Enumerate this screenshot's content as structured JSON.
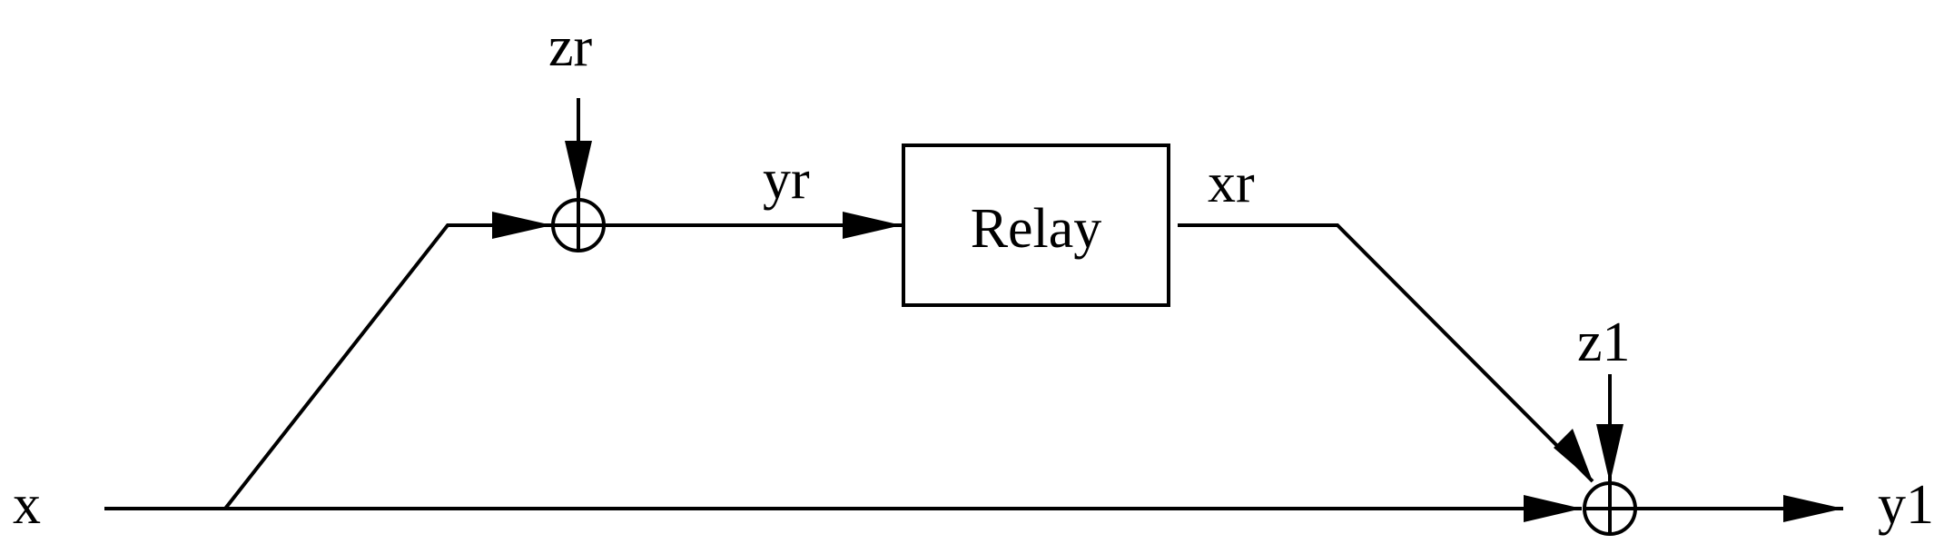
{
  "diagram": {
    "labels": {
      "input": "x",
      "relay_noise": "zr",
      "relay_received": "yr",
      "relay_block": "Relay",
      "relay_transmit": "xr",
      "dest_noise": "z1",
      "output": "y1"
    },
    "nodes": [
      {
        "id": "relay",
        "type": "block",
        "label": "Relay"
      },
      {
        "id": "sum-relay",
        "type": "summing-junction",
        "symbol": "⊕"
      },
      {
        "id": "sum-dest",
        "type": "summing-junction",
        "symbol": "⊕"
      }
    ],
    "edges": [
      {
        "from": "x",
        "to": "sum-relay"
      },
      {
        "from": "zr",
        "to": "sum-relay"
      },
      {
        "from": "sum-relay",
        "to": "relay",
        "label": "yr"
      },
      {
        "from": "relay",
        "to": "sum-dest",
        "label": "xr"
      },
      {
        "from": "x",
        "to": "sum-dest"
      },
      {
        "from": "z1",
        "to": "sum-dest"
      },
      {
        "from": "sum-dest",
        "to": "y1"
      }
    ]
  }
}
